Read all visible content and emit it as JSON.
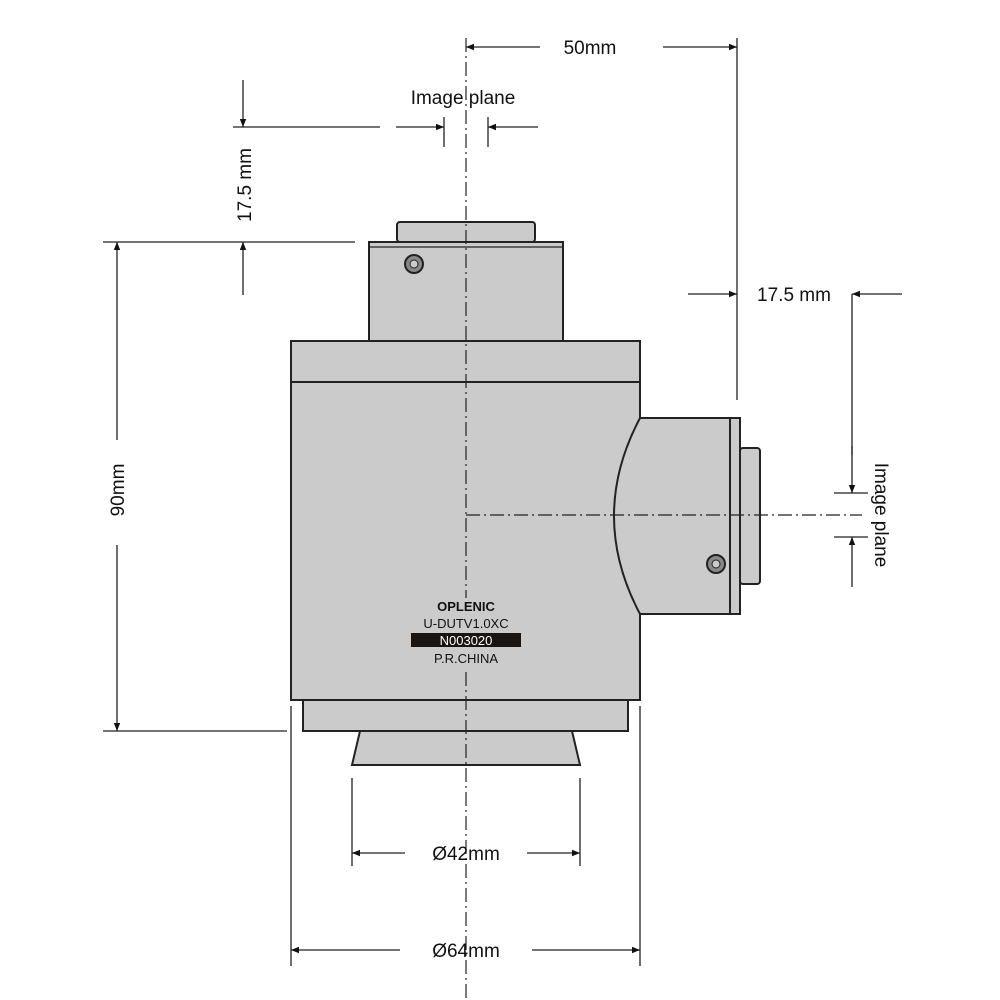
{
  "dimensions": {
    "top_width": "50mm",
    "image_plane_top": "Image plane",
    "flange_left": "17.5 mm",
    "flange_right": "17.5 mm",
    "height": "90mm",
    "image_plane_side": "Image plane",
    "bottom_inner_diameter": "Ø42mm",
    "body_diameter": "Ø64mm"
  },
  "label": {
    "brand": "OPLENIC",
    "model": "U-DUTV1.0XC",
    "serial": "N003020",
    "origin": "P.R.CHINA"
  }
}
